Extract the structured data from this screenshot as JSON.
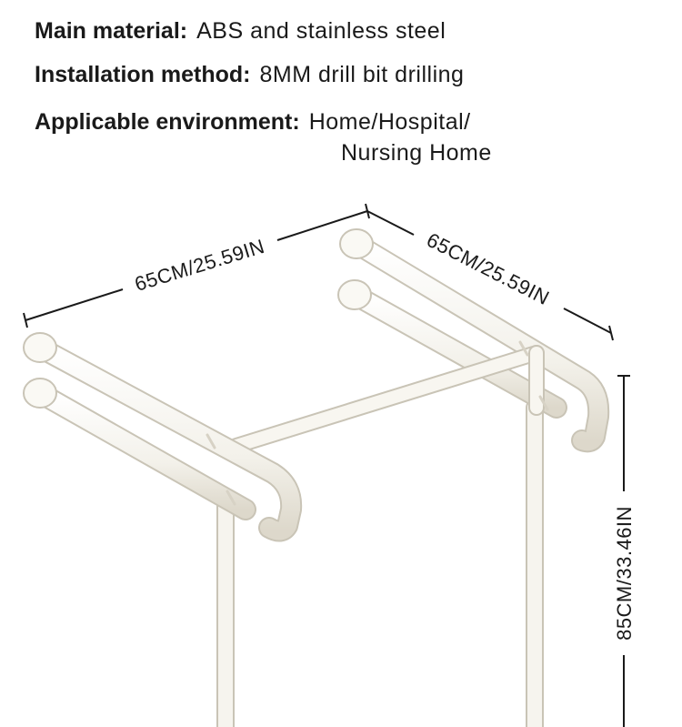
{
  "specs": {
    "material": {
      "label": "Main material:",
      "value": "ABS and stainless steel"
    },
    "installation": {
      "label": "Installation method:",
      "value": "8MM drill bit drilling"
    },
    "environment": {
      "label": "Applicable environment:",
      "value_line1": "Home/Hospital/",
      "value_line2": "Nursing Home"
    }
  },
  "dimensions": {
    "width_left": "65CM/25.59IN",
    "width_right": "65CM/25.59IN",
    "height": "85CM/33.46IN"
  },
  "colors": {
    "product": "#f7f5ef",
    "outline": "#c9c4b6",
    "text": "#1a1a1a"
  }
}
